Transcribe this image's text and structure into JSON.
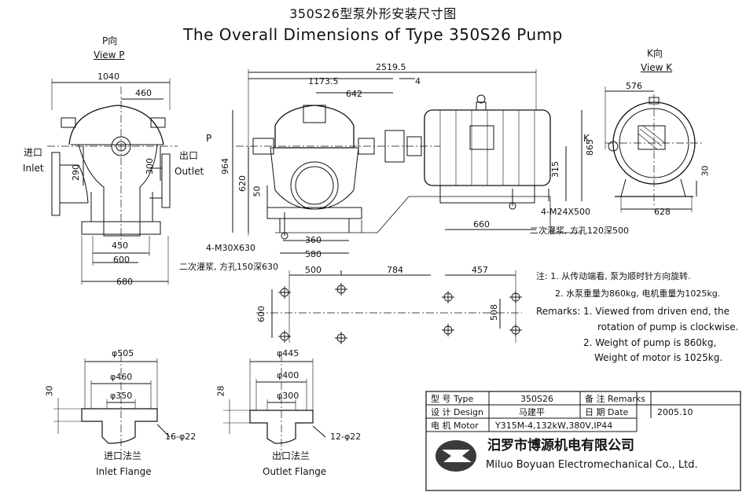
{
  "title": {
    "cn": "350S26型泵外形安装尺寸图",
    "en": "The Overall Dimensions of Type 350S26 Pump"
  },
  "views": {
    "p_cn": "P向",
    "p_en": "View P",
    "k_cn": "K向",
    "k_en": "View K",
    "p_arrow": "P",
    "k_arrow": "K"
  },
  "ports": {
    "inlet_cn": "进口",
    "inlet_en": "Inlet",
    "outlet_cn": "出口",
    "outlet_en": "Outlet"
  },
  "dims_view_p": [
    "1040",
    "460",
    "290",
    "300",
    "450",
    "600",
    "680"
  ],
  "dims_front": [
    "2519.5",
    "1173.5",
    "4",
    "642",
    "964",
    "620",
    "50",
    "865",
    "315",
    "360",
    "580",
    "660"
  ],
  "dims_view_k": [
    "576",
    "30",
    "628"
  ],
  "bolts": {
    "pump_bolt": "4-M30X630",
    "pump_grout": "二次灌浆, 方孔150深630",
    "motor_bolt": "4-M24X500",
    "motor_grout": "二次灌浆, 方孔120深500"
  },
  "foundation": {
    "d500": "500",
    "d784": "784",
    "d457": "457",
    "d600": "600",
    "d508": "508"
  },
  "inlet_flange": {
    "d505": "φ505",
    "d460": "φ460",
    "d350": "φ350",
    "t30": "30",
    "holes": "16-φ22",
    "name_cn": "进口法兰",
    "name_en": "Inlet Flange"
  },
  "outlet_flange": {
    "d445": "φ445",
    "d400": "φ400",
    "d300": "φ300",
    "t28": "28",
    "holes": "12-φ22",
    "name_cn": "出口法兰",
    "name_en": "Outlet Flange"
  },
  "remarks": {
    "cn1": "注: 1. 从传动端看, 泵为顺时针方向旋转.",
    "cn2": "2. 水泵重量为860kg, 电机重量为1025kg.",
    "en_head": "Remarks:",
    "en1a": "1. Viewed from driven end, the",
    "en1b": "rotation of pump is  clockwise.",
    "en2a": "2. Weight of pump is 860kg,",
    "en2b": "Weight of motor is 1025kg."
  },
  "table": {
    "type_label": "型 号 Type",
    "type_value": "350S26",
    "remarks_label": "备 注 Remarks",
    "design_label": "设 计 Design",
    "design_value": "马建平",
    "date_label": "日 期 Date",
    "date_value": "2005.10",
    "motor_label": "电 机 Motor",
    "motor_value": "Y315M-4,132kW,380V,IP44",
    "company_cn": "汨罗市博源机电有限公司",
    "company_en": "Miluo Boyuan Electromechanical Co., Ltd."
  }
}
